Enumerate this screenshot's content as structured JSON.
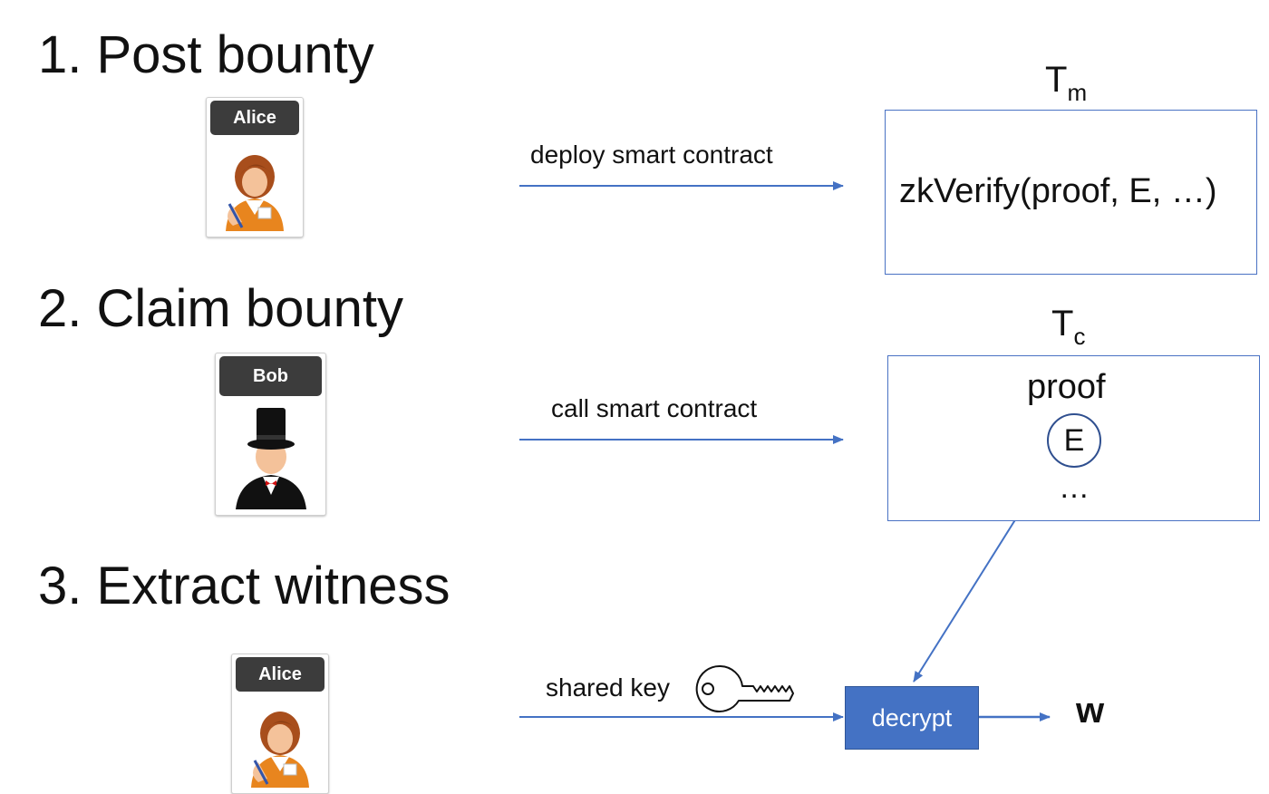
{
  "steps": [
    {
      "title": "1. Post bounty",
      "actor": "Alice",
      "edge_label": "deploy smart contract"
    },
    {
      "title": "2. Claim bounty",
      "actor": "Bob",
      "edge_label": "call smart contract"
    },
    {
      "title": "3. Extract witness",
      "actor": "Alice",
      "edge_label": "shared key"
    }
  ],
  "tx_m": {
    "symbol": "T",
    "subscript": "m",
    "content": "zkVerify(proof, E, …)"
  },
  "tx_c": {
    "symbol": "T",
    "subscript": "c",
    "line1": "proof",
    "circle": "E",
    "line3": "…"
  },
  "decrypt": {
    "label": "decrypt"
  },
  "output": {
    "label": "w"
  },
  "colors": {
    "arrow": "#4472c4",
    "box_border": "#4a72c4",
    "decrypt_fill": "#4472c4"
  },
  "icons": [
    "alice-avatar-icon",
    "bob-avatar-icon",
    "key-icon"
  ]
}
